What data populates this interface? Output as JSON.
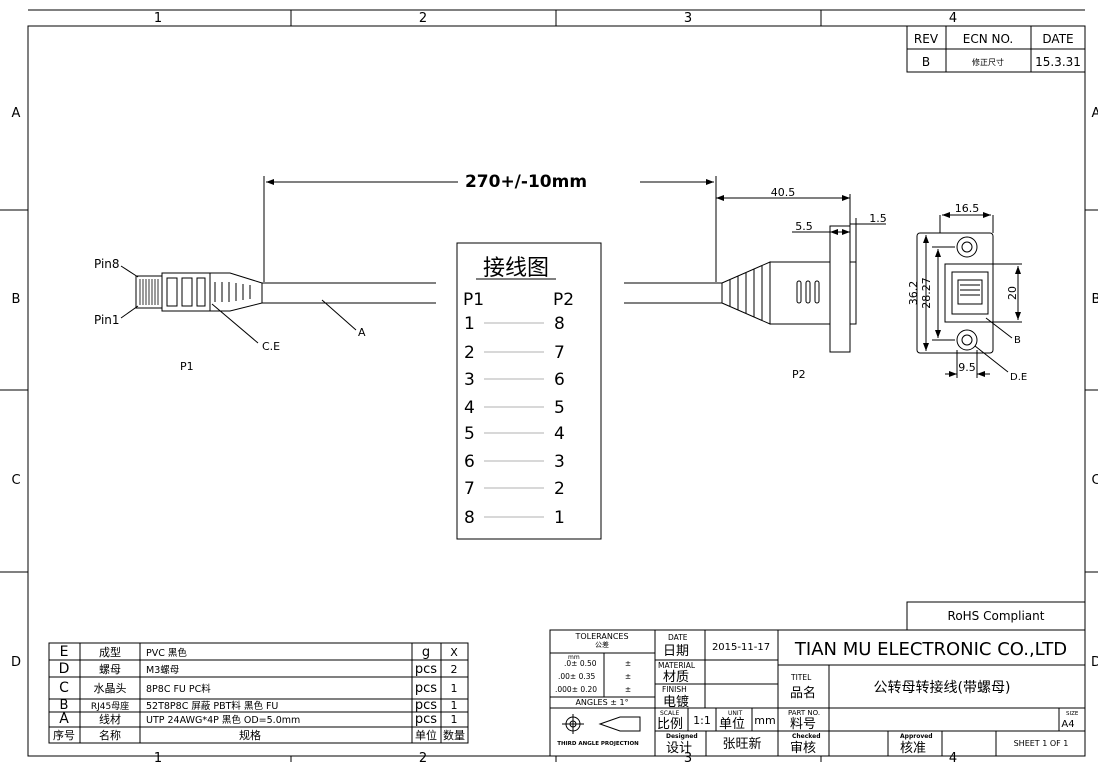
{
  "border": {
    "cols": [
      "1",
      "2",
      "3",
      "4"
    ],
    "rows": [
      "A",
      "B",
      "C",
      "D"
    ]
  },
  "revision": {
    "headers": [
      "REV",
      "ECN NO.",
      "DATE"
    ],
    "rev": "B",
    "ecn": "修正尺寸",
    "date": "15.3.31"
  },
  "drawing": {
    "length": "270+/-10mm",
    "pin8": "Pin8",
    "pin1": "Pin1",
    "callout_ce_left": "C.E",
    "callout_a": "A",
    "p1": "P1",
    "p2": "P2",
    "dim_40_5": "40.5",
    "dim_5_5": "5.5",
    "dim_1_5": "1.5",
    "dim_16_5": "16.5",
    "dim_36_2": "36.2",
    "dim_28_27": "28.27",
    "dim_20": "20",
    "dim_9_5": "9.5",
    "callout_b": "B",
    "callout_de": "D.E"
  },
  "wiring": {
    "title": "接线图",
    "col1": "P1",
    "col2": "P2",
    "pairs": [
      {
        "p1": "1",
        "p2": "8"
      },
      {
        "p1": "2",
        "p2": "7"
      },
      {
        "p1": "3",
        "p2": "6"
      },
      {
        "p1": "4",
        "p2": "5"
      },
      {
        "p1": "5",
        "p2": "4"
      },
      {
        "p1": "6",
        "p2": "3"
      },
      {
        "p1": "7",
        "p2": "2"
      },
      {
        "p1": "8",
        "p2": "1"
      }
    ]
  },
  "bom": {
    "rows": [
      {
        "no": "E",
        "name": "成型",
        "spec": "PVC 黑色",
        "unit": "g",
        "qty": "X"
      },
      {
        "no": "D",
        "name": "螺母",
        "spec": "M3螺母",
        "unit": "pcs",
        "qty": "2"
      },
      {
        "no": "C",
        "name": "水晶头",
        "spec": "8P8C FU PC料",
        "unit": "pcs",
        "qty": "1"
      },
      {
        "no": "B",
        "name": "RJ45母座",
        "spec": "52T8P8C 屏蔽 PBT料 黑色 FU",
        "unit": "pcs",
        "qty": "1"
      },
      {
        "no": "A",
        "name": "线材",
        "spec": "UTP 24AWG*4P 黑色 OD=5.0mm",
        "unit": "pcs",
        "qty": "1"
      }
    ],
    "header": {
      "no": "序号",
      "name": "名称",
      "spec": "规格",
      "unit": "单位",
      "qty": "数量"
    }
  },
  "title_block": {
    "tolerances": "TOLERANCES",
    "tol_cn": "公差",
    "mm": "mm",
    "tol1": ".0± 0.50",
    "tol2": ".00± 0.35",
    "tol3": ".000± 0.20",
    "pm": "±",
    "angles": "ANGLES  ±  1°",
    "projection": "THIRD ANGLE PROJECTION",
    "date_label": "DATE",
    "date_cn": "日期",
    "date_value": "2015-11-17",
    "material_label": "MATERIAL",
    "material_cn": "材质",
    "finish_label": "FINISH",
    "finish_cn": "电镀",
    "scale_label": "SCALE",
    "scale_cn": "比例",
    "scale_value": "1:1",
    "unit_label": "UNIT",
    "unit_cn": "单位",
    "unit_value": "mm",
    "designed_label": "Designed",
    "designed_cn": "设计",
    "designer": "张旺新",
    "company": "TIAN MU ELECTRONIC CO.,LTD",
    "titel_label": "TITEL",
    "titel_cn": "品名",
    "title_value": "公转母转接线(带螺母)",
    "part_label": "PART NO.",
    "part_cn": "料号",
    "size_label": "SIZE",
    "size_value": "A4",
    "checked_label": "Checked",
    "checked_cn": "审核",
    "approved_label": "Approved",
    "approved_cn": "核准",
    "sheet": "SHEET 1  OF 1",
    "rohs": "RoHS  Compliant"
  }
}
